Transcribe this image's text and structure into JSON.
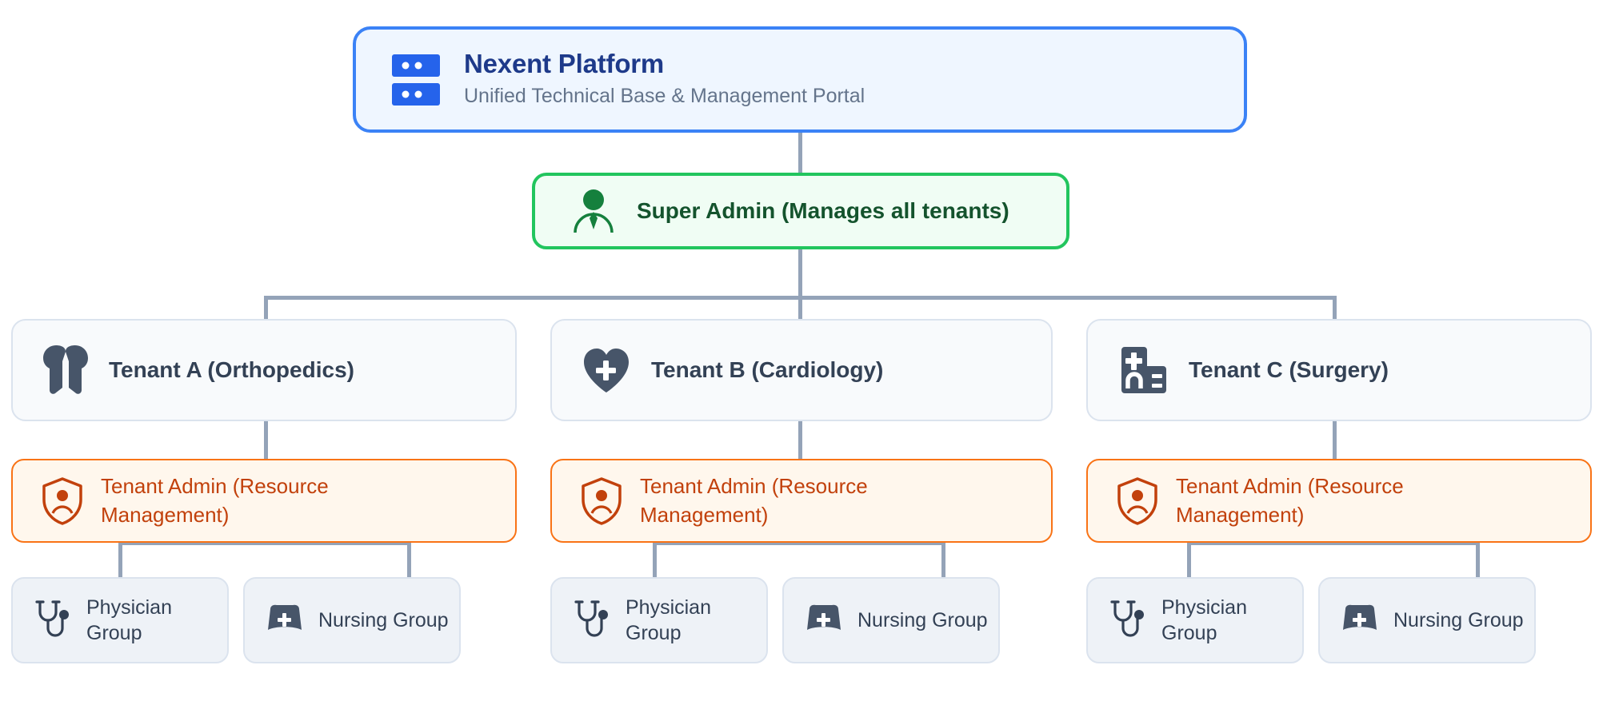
{
  "platform": {
    "title": "Nexent Platform",
    "subtitle": "Unified Technical Base & Management Portal",
    "icon": "server-icon",
    "accent": "#3b82f6",
    "fill": "#eff6ff"
  },
  "super_admin": {
    "label": "Super Admin (Manages all tenants)",
    "icon": "user-tie-icon",
    "accent": "#22c55e",
    "fill": "#f0fdf4",
    "text_color": "#14532d"
  },
  "tenant_admin_label": "Tenant Admin (Resource Management)",
  "tenant_admin_icon": "shield-user-icon",
  "tenant_admin_accent": "#f97316",
  "tenant_admin_fill": "#fff7ed",
  "tenant_admin_text": "#c2410c",
  "leaf_defaults": {
    "physician_label": "Physician Group",
    "physician_icon": "stethoscope-icon",
    "nursing_label": "Nursing Group",
    "nursing_icon": "nurse-cap-icon",
    "fill": "#eef2f7",
    "border": "#dbe3ee",
    "text_color": "#334155"
  },
  "connector_color": "#94a3b8",
  "tenants": [
    {
      "label": "Tenant A (Orthopedics)",
      "icon": "bone-icon",
      "admin_label": "Tenant Admin (Resource Management)",
      "children": [
        {
          "label": "Physician Group",
          "icon": "stethoscope-icon"
        },
        {
          "label": "Nursing Group",
          "icon": "nurse-cap-icon"
        }
      ]
    },
    {
      "label": "Tenant B (Cardiology)",
      "icon": "heart-plus-icon",
      "admin_label": "Tenant Admin (Resource Management)",
      "children": [
        {
          "label": "Physician Group",
          "icon": "stethoscope-icon"
        },
        {
          "label": "Nursing Group",
          "icon": "nurse-cap-icon"
        }
      ]
    },
    {
      "label": "Tenant C (Surgery)",
      "icon": "hospital-icon",
      "admin_label": "Tenant Admin (Resource Management)",
      "children": [
        {
          "label": "Physician Group",
          "icon": "stethoscope-icon"
        },
        {
          "label": "Nursing Group",
          "icon": "nurse-cap-icon"
        }
      ]
    }
  ]
}
